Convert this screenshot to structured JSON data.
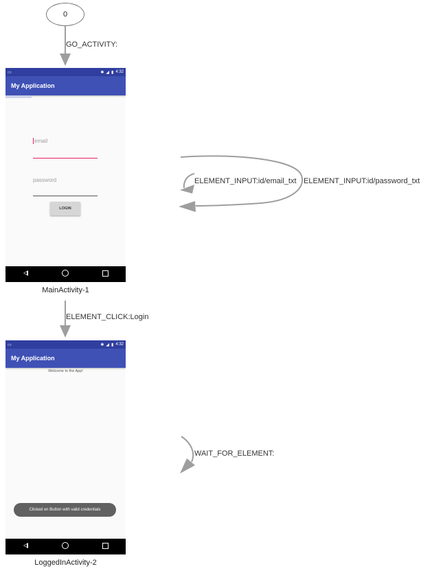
{
  "start_node": {
    "label": "0"
  },
  "edges": {
    "go_activity": "GO_ACTIVITY:",
    "email_input": "ELEMENT_INPUT:id/email_txt",
    "password_input": "ELEMENT_INPUT:id/password_txt",
    "element_click": "ELEMENT_CLICK:Login",
    "wait_for_element": "WAIT_FOR_ELEMENT:"
  },
  "screens": {
    "main": {
      "node_label": "MainActivity-1",
      "status_time": "4:32",
      "app_title": "My Application",
      "email_placeholder": "email",
      "password_placeholder": "password",
      "login_label": "LOGIN"
    },
    "loggedin": {
      "node_label": "LoggedInActivity-2",
      "status_time": "4:32",
      "app_title": "My Application",
      "welcome_text": "Welcome to the App!",
      "toast_text": "Clicked on Button with valid credentials"
    }
  },
  "colors": {
    "status_bar": "#303f9f",
    "action_bar": "#3f51b5",
    "edge": "#9e9e9e",
    "email_underline": "#e91e63"
  }
}
